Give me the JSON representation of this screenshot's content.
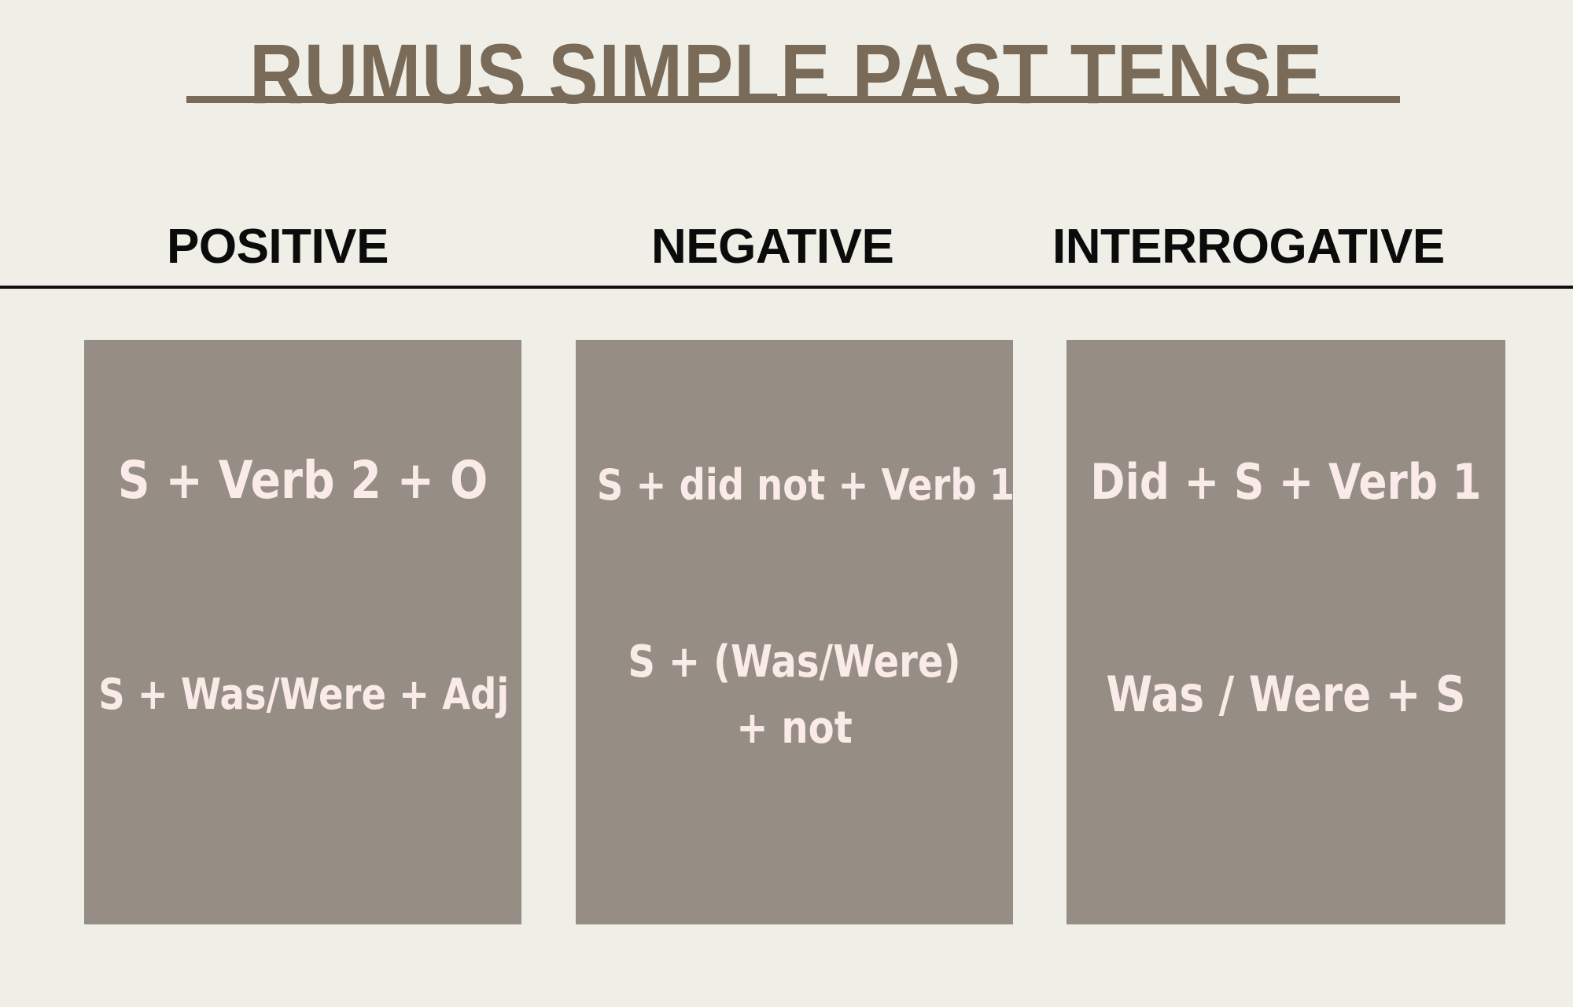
{
  "colors": {
    "background": "#EFEFE7",
    "title_brown": "#7A6A58",
    "card_gray": "#968D85",
    "card_text_pink": "#FAEBE8",
    "header_black": "#0B0B0B",
    "rule_black": "#111111"
  },
  "title": {
    "text": "RUMUS SIMPLE PAST TENSE"
  },
  "columns": [
    {
      "key": "positive",
      "header": "POSITIVE",
      "formulas": [
        "S + Verb 2 + O",
        "S + Was/Were + Adj"
      ]
    },
    {
      "key": "negative",
      "header": "NEGATIVE",
      "formulas": [
        "S + did not + Verb 1",
        "S + (Was/Were) + not"
      ]
    },
    {
      "key": "interrogative",
      "header": "INTERROGATIVE",
      "formulas": [
        "Did + S + Verb 1",
        "Was / Were + S"
      ]
    }
  ]
}
